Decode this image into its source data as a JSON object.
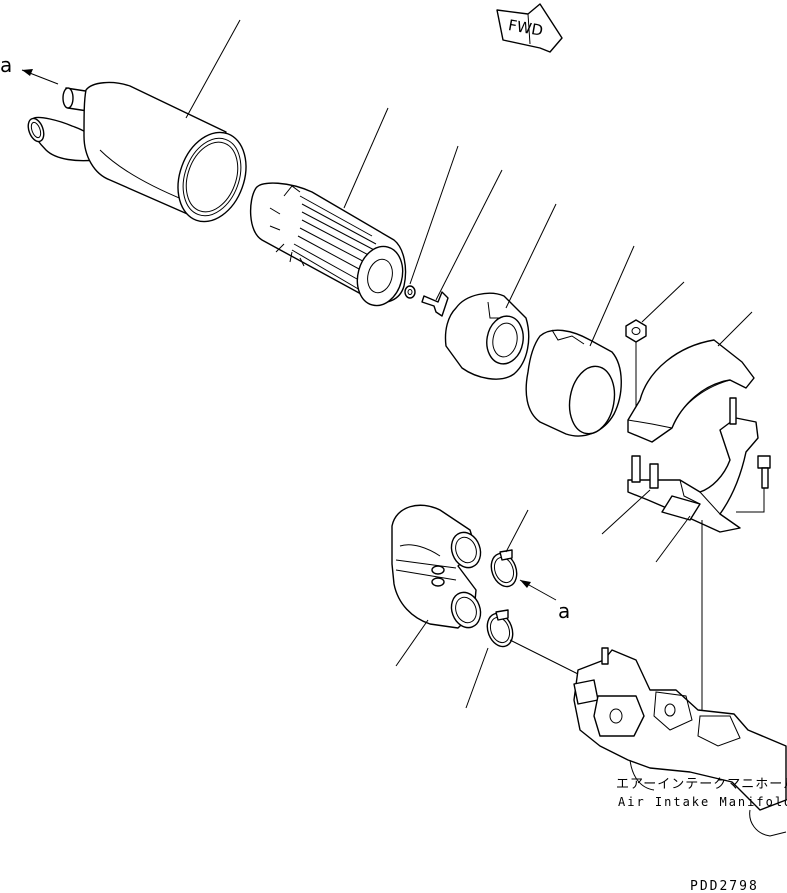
{
  "diagram": {
    "direction_label": "FWD",
    "callout_a_top": "a",
    "callout_a_mid": "a",
    "manifold_label_jp": "エアーインテークマニホールド",
    "manifold_label_en": "Air Intake Manifold",
    "drawing_code": "PDD2798"
  }
}
